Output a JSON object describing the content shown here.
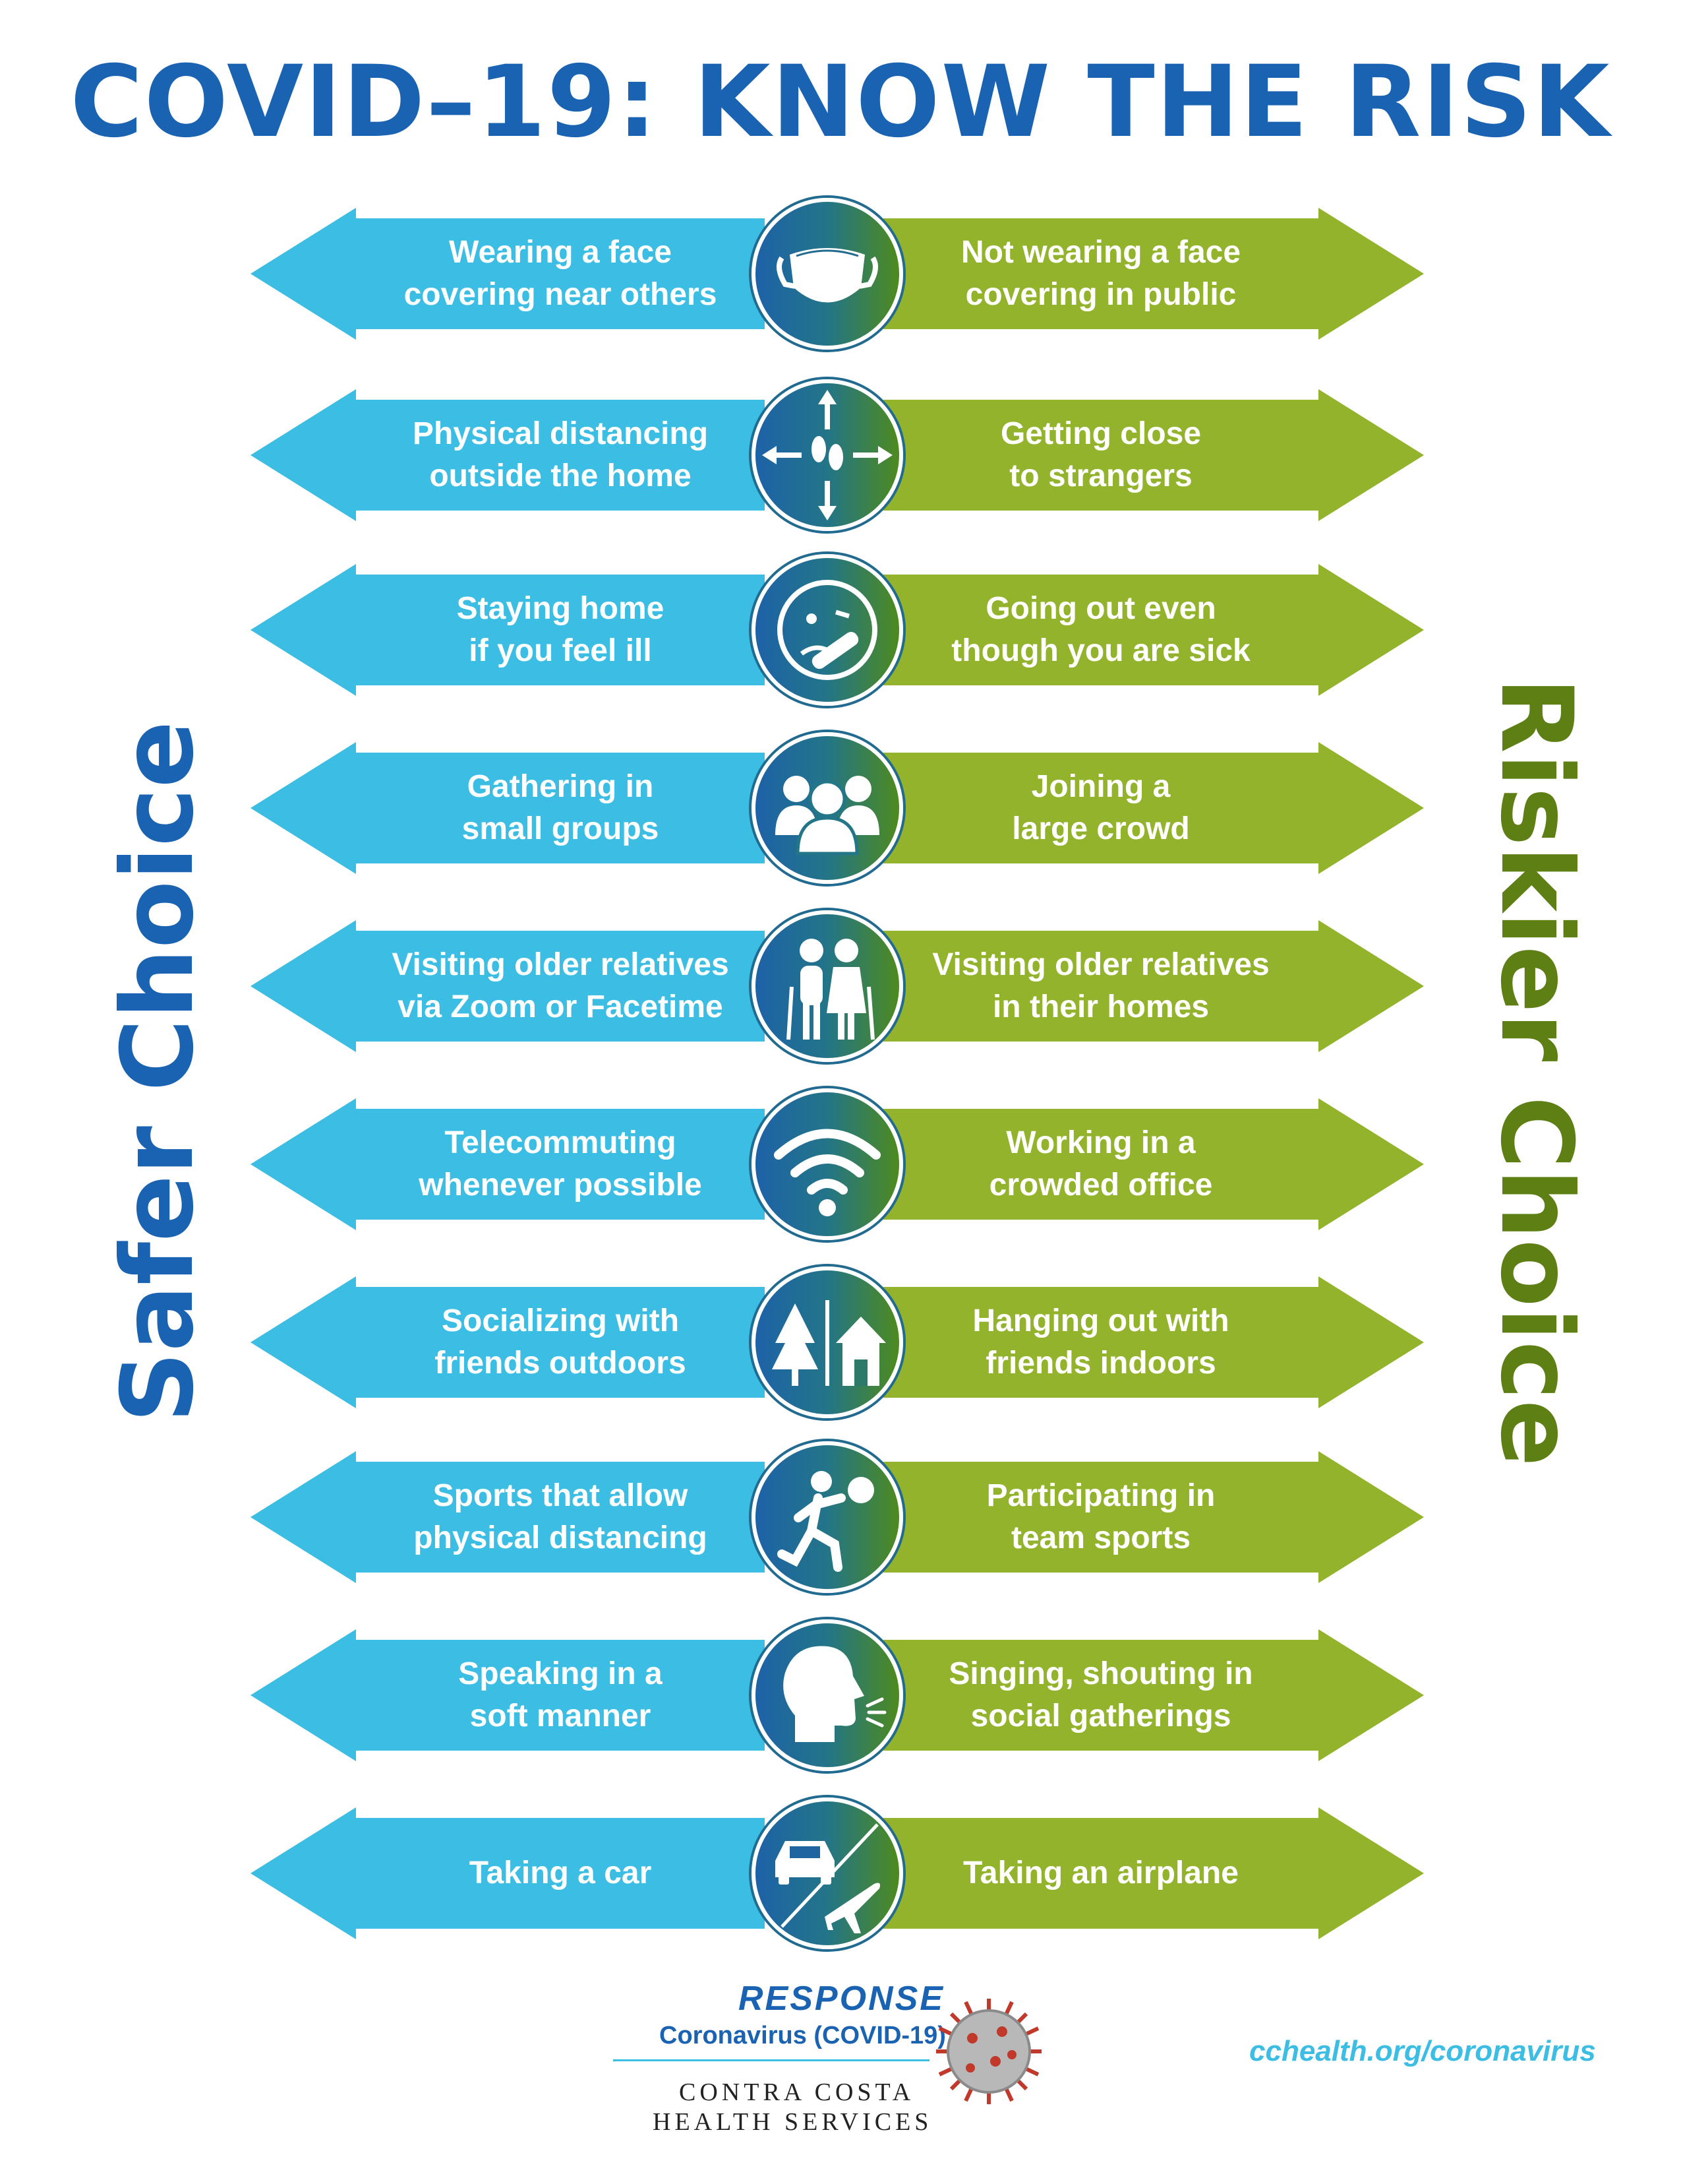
{
  "title": "COVID–19: KNOW THE RISK",
  "safer_label": "Safer Choice",
  "riskier_label": "Riskier Choice",
  "rows": [
    {
      "safer": "Wearing a face\ncovering near others",
      "riskier": "Not wearing a face\ncovering in public",
      "icon": "face-mask-icon"
    },
    {
      "safer": "Physical distancing\noutside the home",
      "riskier": "Getting close\nto strangers",
      "icon": "footprints-arrows-icon"
    },
    {
      "safer": "Staying home\nif you feel ill",
      "riskier": "Going out even\nthough you are sick",
      "icon": "sick-face-thermometer-icon"
    },
    {
      "safer": "Gathering in\nsmall groups",
      "riskier": "Joining a\nlarge crowd",
      "icon": "group-of-people-icon"
    },
    {
      "safer": "Visiting older relatives\nvia Zoom or Facetime",
      "riskier": "Visiting older relatives\nin their homes",
      "icon": "elderly-couple-icon"
    },
    {
      "safer": "Telecommuting\nwhenever possible",
      "riskier": "Working in a\ncrowded office",
      "icon": "wifi-icon"
    },
    {
      "safer": "Socializing with\nfriends outdoors",
      "riskier": "Hanging out with\nfriends indoors",
      "icon": "tree-and-house-icon"
    },
    {
      "safer": "Sports that allow\nphysical distancing",
      "riskier": "Participating in\nteam sports",
      "icon": "ball-player-icon"
    },
    {
      "safer": "Speaking in a\nsoft manner",
      "riskier": "Singing, shouting in\nsocial gatherings",
      "icon": "speaking-head-icon"
    },
    {
      "safer": "Taking a car",
      "riskier": "Taking an airplane",
      "icon": "car-and-airplane-icon"
    }
  ],
  "footer": {
    "response": "RESPONSE",
    "covid": "Coronavirus (COVID-19)",
    "org_line1": "CONTRA COSTA",
    "org_line2": "HEALTH SERVICES",
    "website": "cchealth.org/coronavirus"
  },
  "colors": {
    "title_blue": "#1a63b3",
    "safer_cyan": "#3bbde4",
    "riskier_green": "#92b32b",
    "riskier_label": "#5e7f14"
  }
}
